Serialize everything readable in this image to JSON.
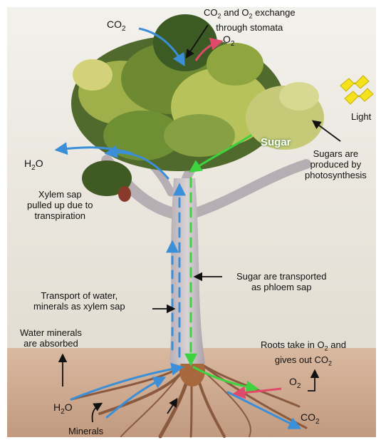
{
  "labels": {
    "co2_top": "CO2",
    "stomata_line1": "CO2 and O2 exchange",
    "stomata_line2": "through stomata",
    "o2_top": "O2",
    "light": "Light",
    "sugar": "Sugar",
    "photo_line1": "Sugars are",
    "photo_line2": "produced by",
    "photo_line3": "photosynthesis",
    "h2o_left": "H2O",
    "xylem_line1": "Xylem sap",
    "xylem_line2": "pulled up due to",
    "xylem_line3": "transpiration",
    "phloem_line1": "Sugar are transported",
    "phloem_line2": "as phloem sap",
    "transport_line1": "Transport of water,",
    "transport_line2": "minerals as xylem sap",
    "absorb_line1": "Water minerals",
    "absorb_line2": "are absorbed",
    "roots_line1": "Roots take in O2 and",
    "roots_line2": "gives out CO2",
    "o2_root": "O2",
    "h2o_root": "H2O",
    "co2_root": "CO2",
    "minerals": "Minerals"
  },
  "colors": {
    "xylem_arrow": "#3a8fd8",
    "phloem_arrow": "#3fd23f",
    "o2_root_arrow": "#e04a6a",
    "soil": "#c9a58a",
    "sky": "#e9e5dc",
    "light_bolt": "#f4e21c"
  }
}
